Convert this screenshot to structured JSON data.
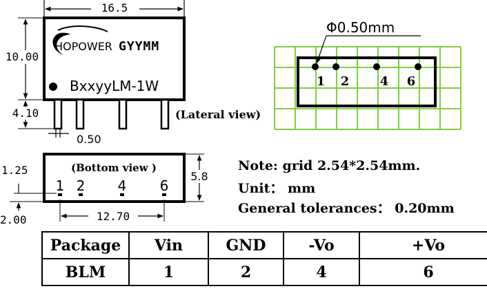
{
  "lateral_view": {
    "width_dim": "16.5",
    "height_dim": "10.00",
    "pin_length_dim": "4.10",
    "pin_width_dim": "0.50",
    "logo_text": "HOPOWER",
    "date_code": "GYYMM",
    "part_number": "BxxyyLM-1W",
    "caption": "(Lateral view)"
  },
  "bottom_view": {
    "caption": "(Bottom view )",
    "pins": [
      "1",
      "2",
      "4",
      "6"
    ],
    "height_dim": "5.8",
    "offset_dim": "1.25",
    "pin_offset_dim": "2.00",
    "pin_span_dim": "12.70"
  },
  "pcb_layout": {
    "hole_dim": "Φ0.50mm",
    "pins": [
      "1",
      "2",
      "4",
      "6"
    ],
    "grid_color": "#7bd13a"
  },
  "notes": {
    "line1": "Note: grid 2.54*2.54mm.",
    "line2": "Unit： mm",
    "line3": "General tolerances： 0.20mm"
  },
  "table": {
    "headers": [
      "Package",
      "Vin",
      "GND",
      "-Vo",
      "+Vo"
    ],
    "rows": [
      [
        "BLM",
        "1",
        "2",
        "4",
        "6"
      ]
    ]
  }
}
